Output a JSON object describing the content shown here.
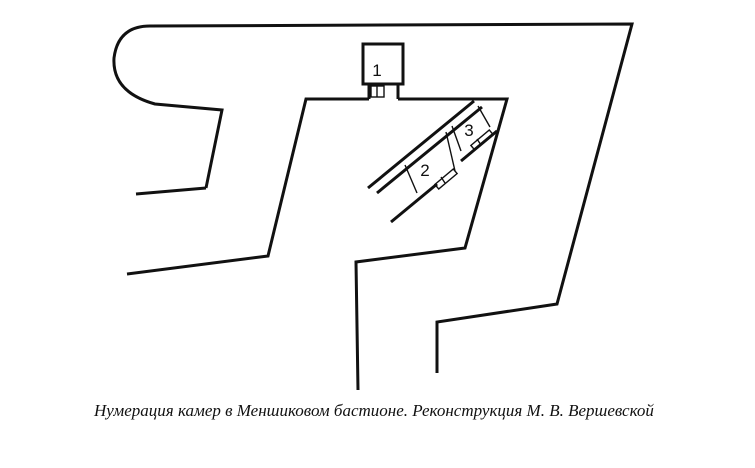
{
  "figure": {
    "chambers": [
      {
        "number": "1"
      },
      {
        "number": "2"
      },
      {
        "number": "3"
      }
    ],
    "line_color": "#111111"
  },
  "caption": "Нумерация камер в Меншиковом бастионе. Реконструкция М. В. Вершевской"
}
